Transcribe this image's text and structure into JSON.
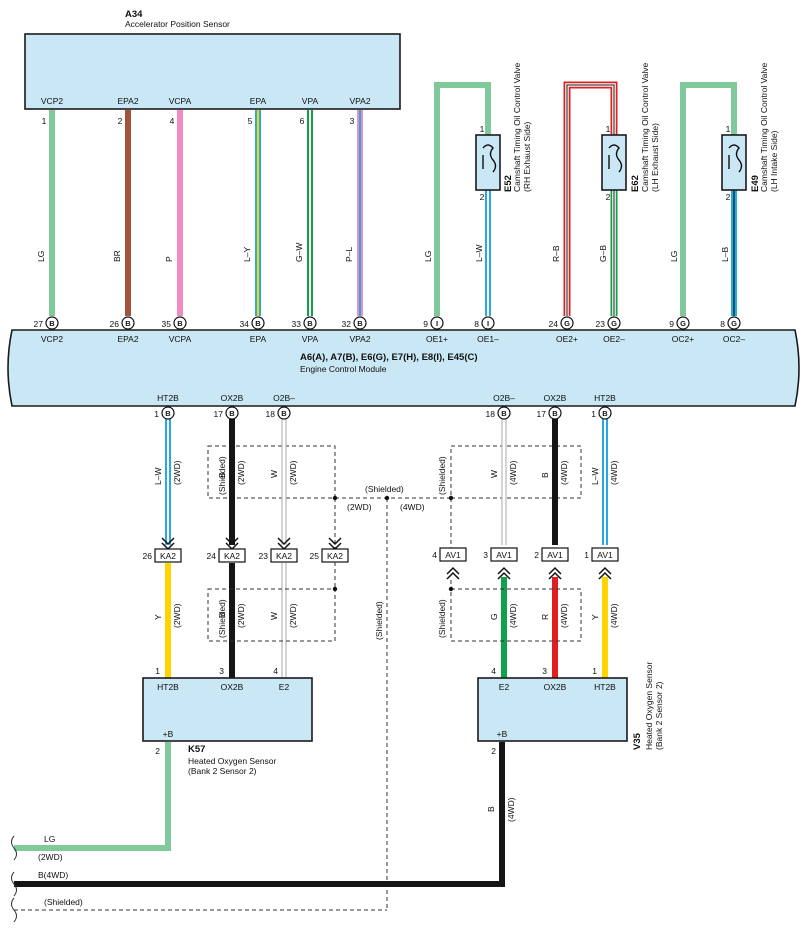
{
  "components": {
    "a34": {
      "code": "A34",
      "name": "Accelerator Position Sensor"
    },
    "ecm": {
      "code": "A6(A), A7(B), E6(G), E7(H), E8(I), E45(C)",
      "name": "Engine Control Module"
    },
    "e52": {
      "code": "E52",
      "name": "Camshaft Timing Oil Control Valve",
      "side": "(RH Exhaust Side)"
    },
    "e62": {
      "code": "E62",
      "name": "Camshaft Timing Oil Control Valve",
      "side": "(LH Exhaust Side)"
    },
    "e49": {
      "code": "E49",
      "name": "Camshaft Timing Oil Control Valve",
      "side": "(LH Intake Side)"
    },
    "k57": {
      "code": "K57",
      "name": "Heated Oxygen Sensor",
      "sub": "(Bank 2 Sensor 2)"
    },
    "v35": {
      "code": "V35",
      "name": "Heated Oxygen Sensor",
      "sub": "(Bank 2 Sensor 2)"
    }
  },
  "a34_terminals": [
    {
      "label": "VCP2",
      "pin": "1",
      "wire": "LG",
      "ecm_pin": "27",
      "ecm_conn": "B",
      "ecm_label": "VCP2"
    },
    {
      "label": "EPA2",
      "pin": "2",
      "wire": "BR",
      "ecm_pin": "26",
      "ecm_conn": "B",
      "ecm_label": "EPA2"
    },
    {
      "label": "VCPA",
      "pin": "4",
      "wire": "P",
      "ecm_pin": "35",
      "ecm_conn": "B",
      "ecm_label": "VCPA"
    },
    {
      "label": "EPA",
      "pin": "5",
      "wire": "L–Y",
      "ecm_pin": "34",
      "ecm_conn": "B",
      "ecm_label": "EPA"
    },
    {
      "label": "VPA",
      "pin": "6",
      "wire": "G–W",
      "ecm_pin": "33",
      "ecm_conn": "B",
      "ecm_label": "VPA"
    },
    {
      "label": "VPA2",
      "pin": "3",
      "wire": "P–L",
      "ecm_pin": "32",
      "ecm_conn": "B",
      "ecm_label": "VPA2"
    }
  ],
  "valve_wires": [
    {
      "wire": "LG",
      "ecm_pin": "9",
      "ecm_conn": "I",
      "ecm_label": "OE1+"
    },
    {
      "wire": "L–W",
      "ecm_pin": "8",
      "ecm_conn": "I",
      "ecm_label": "OE1–"
    },
    {
      "wire": "R–B",
      "ecm_pin": "24",
      "ecm_conn": "G",
      "ecm_label": "OE2+"
    },
    {
      "wire": "G–B",
      "ecm_pin": "23",
      "ecm_conn": "G",
      "ecm_label": "OE2–"
    },
    {
      "wire": "LG",
      "ecm_pin": "9",
      "ecm_conn": "G",
      "ecm_label": "OC2+"
    },
    {
      "wire": "L–B",
      "ecm_pin": "8",
      "ecm_conn": "G",
      "ecm_label": "OC2–"
    }
  ],
  "valve_pins": [
    "1",
    "2"
  ],
  "ecm_bottom": [
    {
      "label": "HT2B",
      "pin": "1",
      "conn": "B"
    },
    {
      "label": "OX2B",
      "pin": "17",
      "conn": "B"
    },
    {
      "label": "O2B–",
      "pin": "18",
      "conn": "B"
    },
    {
      "label": "O2B–",
      "pin": "18",
      "conn": "B"
    },
    {
      "label": "OX2B",
      "pin": "17",
      "conn": "B"
    },
    {
      "label": "HT2B",
      "pin": "1",
      "conn": "B"
    }
  ],
  "upper_wires": [
    {
      "color": "L–W",
      "variant": "(2WD)"
    },
    {
      "color": "B",
      "variant": "(2WD)"
    },
    {
      "color": "W",
      "variant": "(2WD)"
    },
    {
      "color": "W",
      "variant": "(4WD)"
    },
    {
      "color": "B",
      "variant": "(4WD)"
    },
    {
      "color": "L–W",
      "variant": "(4WD)"
    }
  ],
  "shield_labels": {
    "left": "(Shielded)",
    "center": "(Shielded)",
    "right": "(Shielded)",
    "wd2": "(2WD)",
    "wd4": "(4WD)",
    "vertical": "(Shielded)",
    "lower_left": "(Shielded)",
    "lower_right": "(Shielded)"
  },
  "ka2": [
    {
      "pin": "26",
      "conn": "KA2"
    },
    {
      "pin": "24",
      "conn": "KA2"
    },
    {
      "pin": "23",
      "conn": "KA2"
    },
    {
      "pin": "25",
      "conn": "KA2"
    }
  ],
  "av1": [
    {
      "pin": "4",
      "conn": "AV1"
    },
    {
      "pin": "3",
      "conn": "AV1"
    },
    {
      "pin": "2",
      "conn": "AV1"
    },
    {
      "pin": "1",
      "conn": "AV1"
    }
  ],
  "lower_wires": [
    {
      "color": "Y",
      "variant": "(2WD)"
    },
    {
      "color": "B",
      "variant": "(2WD)"
    },
    {
      "color": "W",
      "variant": "(2WD)"
    },
    {
      "color": "G",
      "variant": "(4WD)"
    },
    {
      "color": "R",
      "variant": "(4WD)"
    },
    {
      "color": "Y",
      "variant": "(4WD)"
    }
  ],
  "k57_terms": [
    {
      "pin": "1",
      "label": "HT2B"
    },
    {
      "pin": "3",
      "label": "OX2B"
    },
    {
      "pin": "4",
      "label": "E2"
    },
    {
      "pin": "2",
      "label": "+B"
    }
  ],
  "v35_terms": [
    {
      "pin": "4",
      "label": "E2"
    },
    {
      "pin": "3",
      "label": "OX2B"
    },
    {
      "pin": "1",
      "label": "HT2B"
    },
    {
      "pin": "2",
      "label": "+B"
    }
  ],
  "v35_wire": {
    "color": "B",
    "variant": "(4WD)"
  },
  "bottom_lines": {
    "lg": "LG",
    "lg_variant": "(2WD)",
    "b4wd": "B(4WD)",
    "shielded": "(Shielded)"
  },
  "wire_colors": {
    "LG": "#7fc99a",
    "BR": "#a0553a",
    "P": "#f08cc2",
    "L": "#29a9e1",
    "Y": "#ffd400",
    "G": "#11a14a",
    "W": "#ffffff",
    "B": "#151515",
    "R": "#e02020",
    "box_fill": "#c9e7f4"
  }
}
